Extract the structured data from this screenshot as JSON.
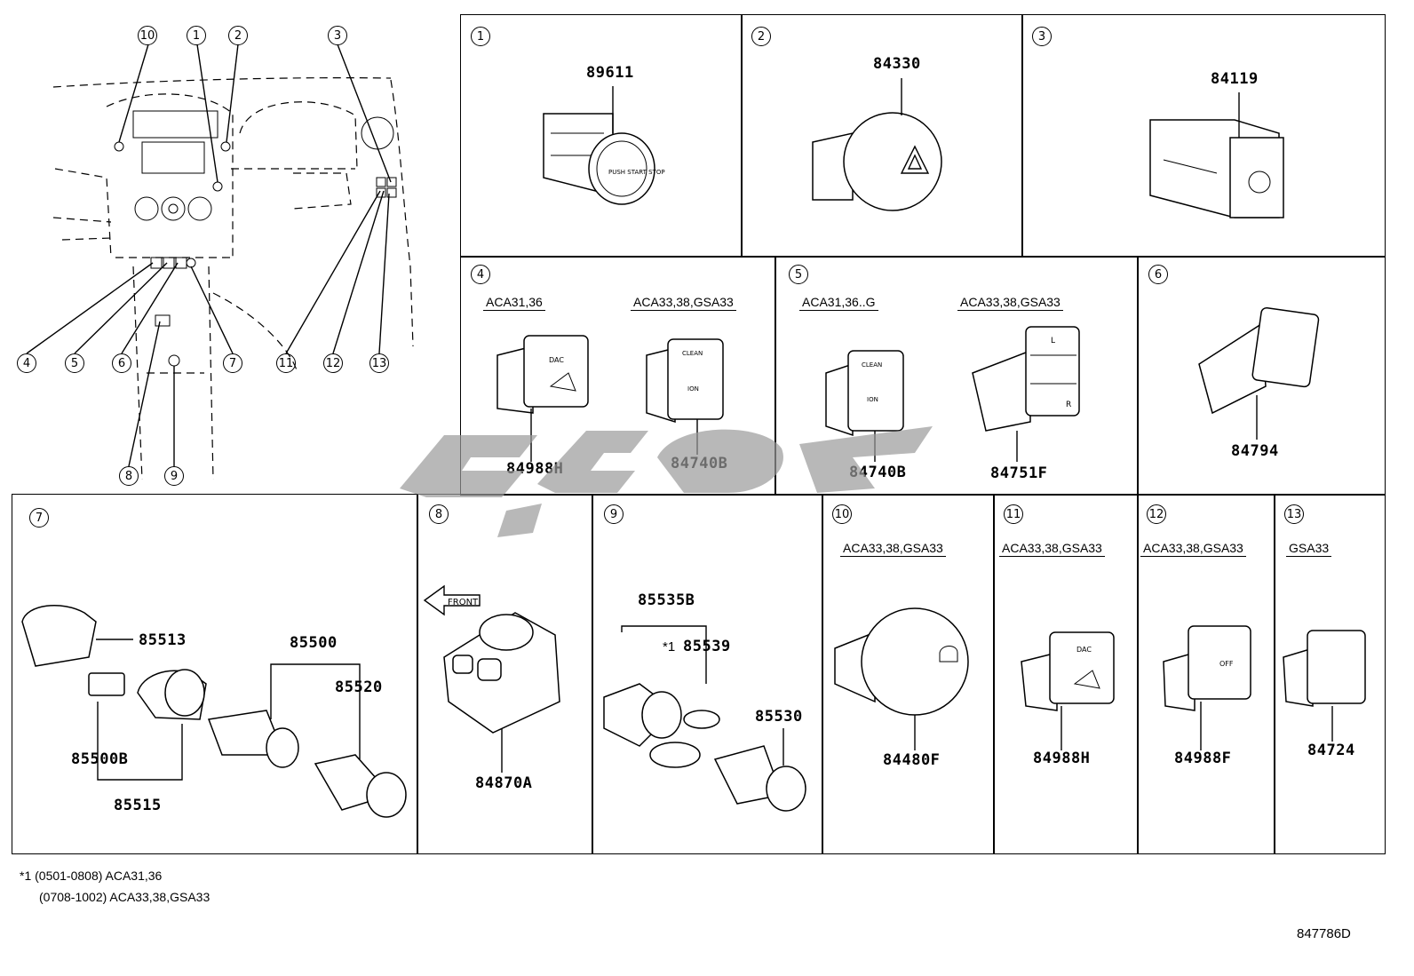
{
  "overview": {
    "callouts": [
      "1",
      "2",
      "3",
      "4",
      "5",
      "6",
      "7",
      "8",
      "9",
      "10",
      "11",
      "12",
      "13"
    ]
  },
  "panels": {
    "p1": {
      "num": "1",
      "parts": [
        "89611"
      ]
    },
    "p2": {
      "num": "2",
      "parts": [
        "84330"
      ]
    },
    "p3": {
      "num": "3",
      "parts": [
        "84119"
      ]
    },
    "p4": {
      "num": "4",
      "models": [
        "ACA31,36",
        "ACA33,38,GSA33"
      ],
      "parts": [
        "84988H",
        "84740B"
      ]
    },
    "p5": {
      "num": "5",
      "models": [
        "ACA31,36..G",
        "ACA33,38,GSA33"
      ],
      "parts": [
        "84740B",
        "84751F"
      ]
    },
    "p6": {
      "num": "6",
      "parts": [
        "84794"
      ]
    },
    "p7": {
      "num": "7",
      "parts": [
        "85513",
        "85500",
        "85520",
        "85500B",
        "85515"
      ]
    },
    "p8": {
      "num": "8",
      "parts": [
        "84870A"
      ],
      "front_label": "FRONT"
    },
    "p9": {
      "num": "9",
      "parts": [
        "85535B",
        "85539",
        "85530"
      ],
      "star_label": "*1"
    },
    "p10": {
      "num": "10",
      "models": [
        "ACA33,38,GSA33"
      ],
      "parts": [
        "84480F"
      ]
    },
    "p11": {
      "num": "11",
      "models": [
        "ACA33,38,GSA33"
      ],
      "parts": [
        "84988H"
      ]
    },
    "p12": {
      "num": "12",
      "models": [
        "ACA33,38,GSA33"
      ],
      "parts": [
        "84988F"
      ]
    },
    "p13": {
      "num": "13",
      "models": [
        "GSA33"
      ],
      "parts": [
        "84724"
      ]
    }
  },
  "footnotes": {
    "line1": "*1 (0501-0808) ACA31,36",
    "line2": "(0708-1002) ACA33,38,GSA33"
  },
  "drawing_id": "847786D",
  "switch_labels": {
    "start": "PUSH START STOP",
    "dac": "DAC",
    "clean": "CLEAN",
    "ion": "ION",
    "seat_l": "L",
    "seat_r": "R",
    "off": "OFF"
  }
}
